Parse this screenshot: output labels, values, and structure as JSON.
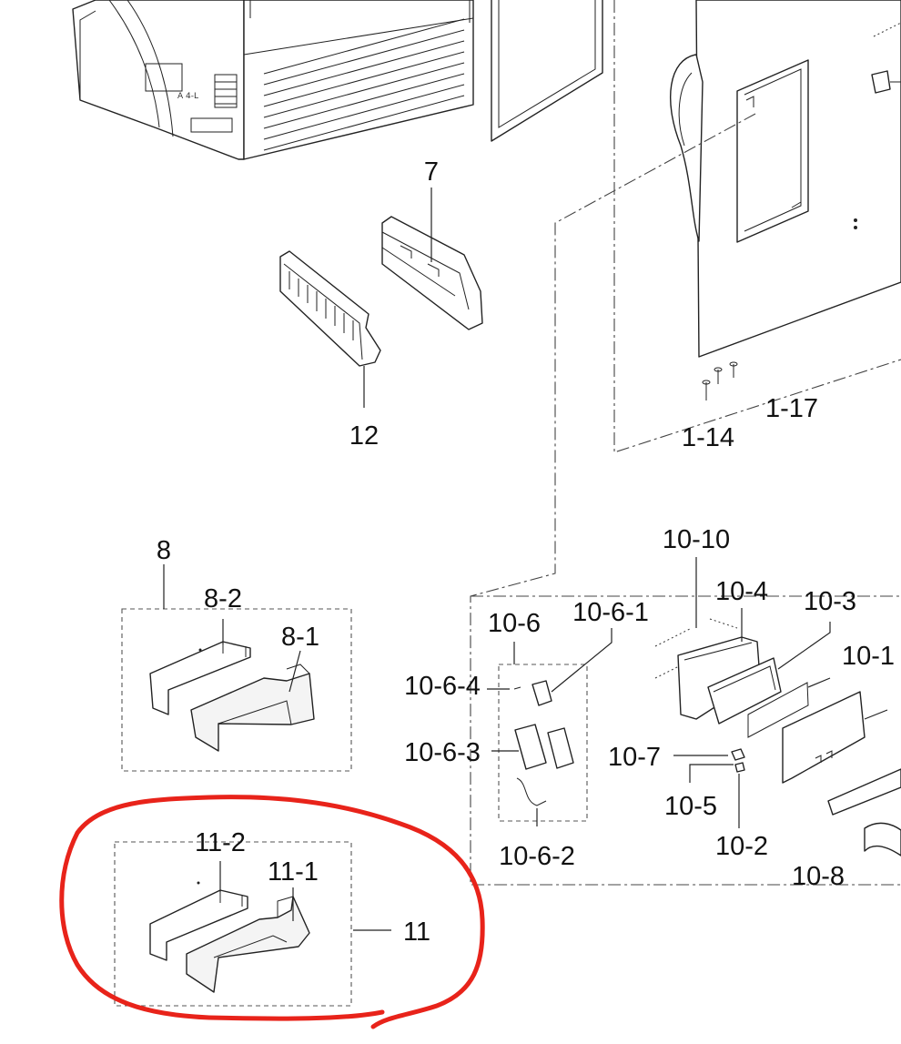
{
  "diagram": {
    "labels": {
      "p7": "7",
      "p12": "12",
      "p1_14": "1-14",
      "p1_17": "1-17",
      "p8": "8",
      "p8_1": "8-1",
      "p8_2": "8-2",
      "p10_10": "10-10",
      "p10_4": "10-4",
      "p10_3": "10-3",
      "p10_1": "10-1",
      "p10_6": "10-6",
      "p10_6_1": "10-6-1",
      "p10_6_4": "10-6-4",
      "p10_6_3": "10-6-3",
      "p10_6_2": "10-6-2",
      "p10_7": "10-7",
      "p10_5": "10-5",
      "p10_2": "10-2",
      "p10_8": "10-8",
      "p11": "11",
      "p11_1": "11-1",
      "p11_2": "11-2"
    },
    "highlight_color": "#e8231a",
    "line_color": "#222222"
  }
}
